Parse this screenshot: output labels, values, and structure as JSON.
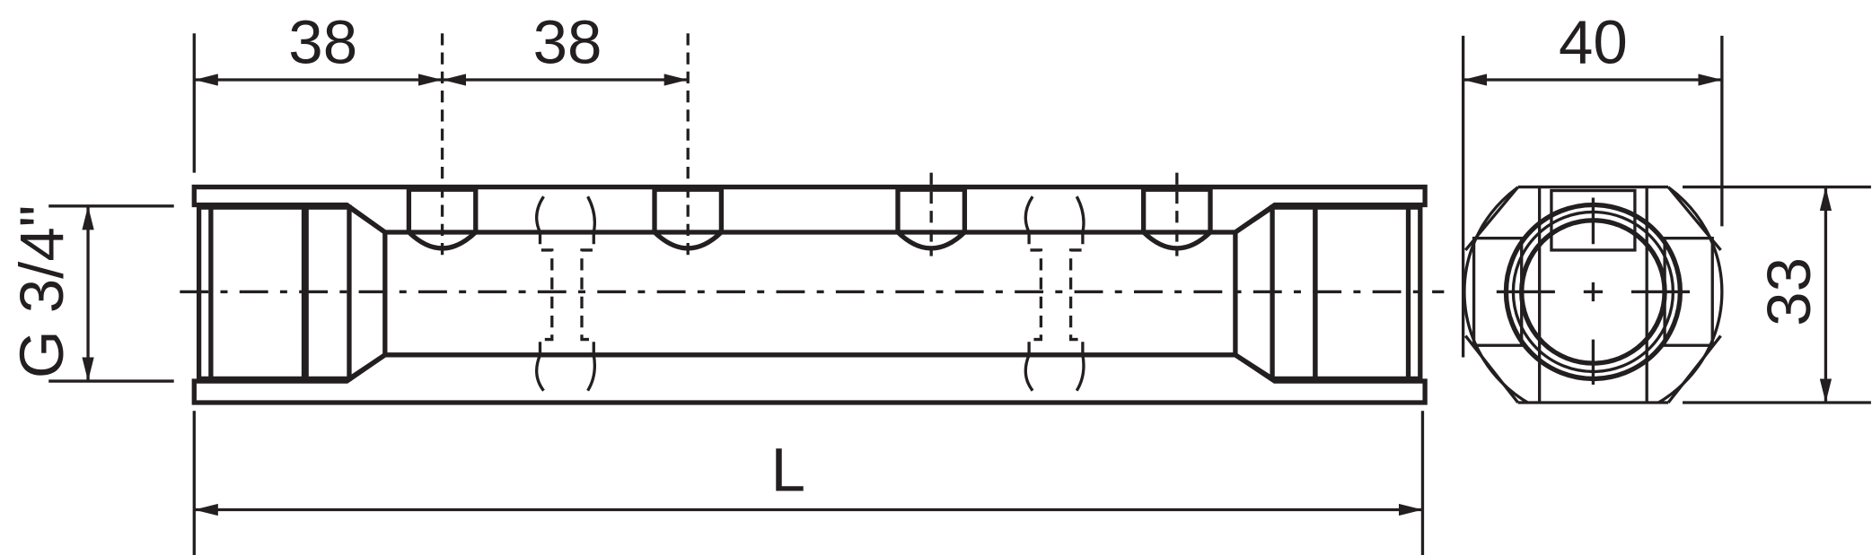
{
  "drawing": {
    "front_view": {
      "dim_spacing_1": "38",
      "dim_spacing_2": "38",
      "dim_length": "L",
      "thread_label": "G 3/4\""
    },
    "side_view": {
      "dim_width": "40",
      "dim_height": "33"
    },
    "colors": {
      "line": "#231f20",
      "background": "#ffffff"
    }
  }
}
